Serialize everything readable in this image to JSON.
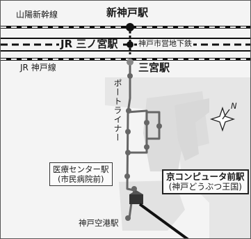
{
  "rail_lines": {
    "sanyo_shinkansen": "山陽新幹線",
    "jr_sannomiya": "JR 三ノ宮駅",
    "subway": "神戸市営地下鉄",
    "jr_kobe": "JR 神戸線"
  },
  "stations": {
    "shin_kobe": "新神戸駅",
    "sannomiya": "三宮駅",
    "kobe_airport": "神戸空港駅"
  },
  "port_liner": "ポートライナー",
  "medical_center_station": {
    "line1": "医療センター駅",
    "line2": "(市民病院前)"
  },
  "destination": {
    "line1": "京コンピュータ前駅",
    "line2": "(神戸どうぶつ王国)"
  },
  "compass": {
    "north_label": "N"
  }
}
